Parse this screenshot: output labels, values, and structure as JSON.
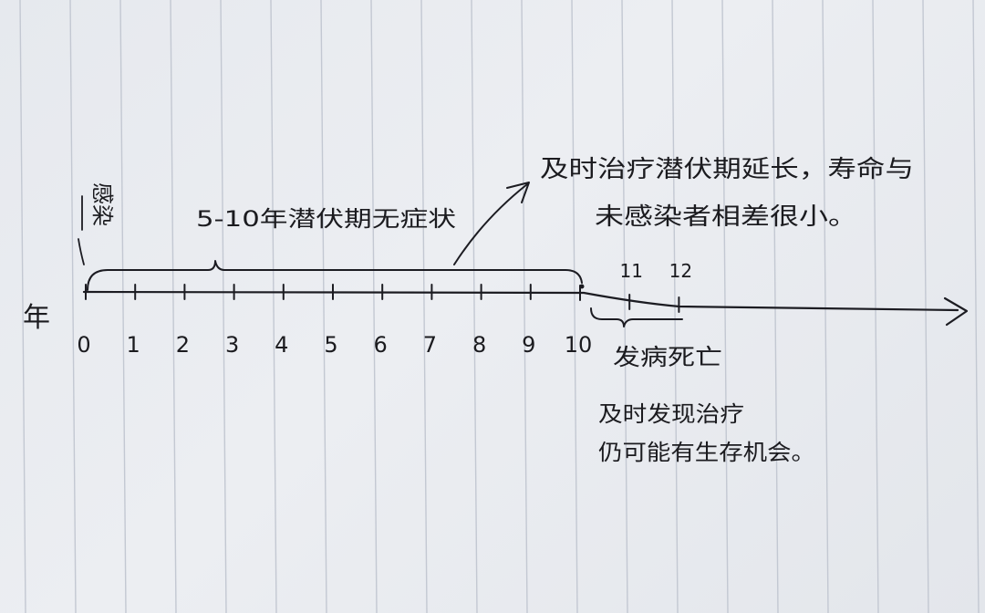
{
  "axis": {
    "unit_label": "年",
    "tick_labels": [
      "0",
      "1",
      "2",
      "3",
      "4",
      "5",
      "6",
      "7",
      "8",
      "9",
      "10"
    ],
    "upper_tick_labels": [
      "11",
      "12"
    ]
  },
  "annotations": {
    "infection": "感染",
    "latency": "5-10年潜伏期无症状",
    "treatment_line1": "及时治疗潜伏期延长，寿命与",
    "treatment_line2": "未感染者相差很小。",
    "onset": "发病死亡",
    "late_line1": "及时发现治疗",
    "late_line2": "仍可能有生存机会。"
  }
}
